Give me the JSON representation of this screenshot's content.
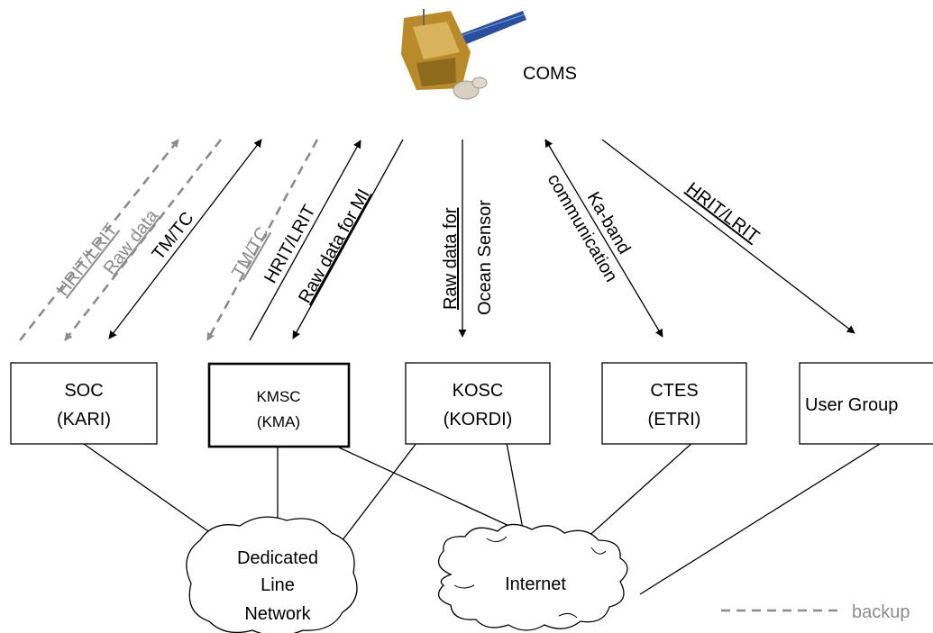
{
  "satellite": {
    "label": "COMS",
    "icon": "satellite-icon"
  },
  "links": {
    "soc_hrit_lrit_backup": "HRIT/LRIT",
    "soc_raw_data_backup": "Raw data",
    "soc_tm_tc": "TM/TC",
    "kmsc_tm_tc_backup": "TM/TC",
    "kmsc_hrit_lrit": "HRIT/LRIT",
    "kmsc_raw_data_mi": "Raw data for MI",
    "kosc_raw_data_line1": "Raw data for",
    "kosc_raw_data_line2": "Ocean Sensor",
    "ctes_ka_band_line1": "Ka-band",
    "ctes_ka_band_line2": "communication",
    "user_hrit_lrit": "HRIT/LRIT"
  },
  "stations": [
    {
      "name": "SOC",
      "org": "(KARI)"
    },
    {
      "name": "KMSC",
      "org": "(KMA)"
    },
    {
      "name": "KOSC",
      "org": "(KORDI)"
    },
    {
      "name": "CTES",
      "org": "(ETRI)"
    },
    {
      "name": "User Group",
      "org": ""
    }
  ],
  "networks": {
    "dedicated_line1": "Dedicated",
    "dedicated_line2": "Line",
    "dedicated_line3": "Network",
    "internet": "Internet"
  },
  "legend": {
    "backup": "backup"
  },
  "colors": {
    "line": "#000000",
    "backup": "#8c8c8c"
  }
}
